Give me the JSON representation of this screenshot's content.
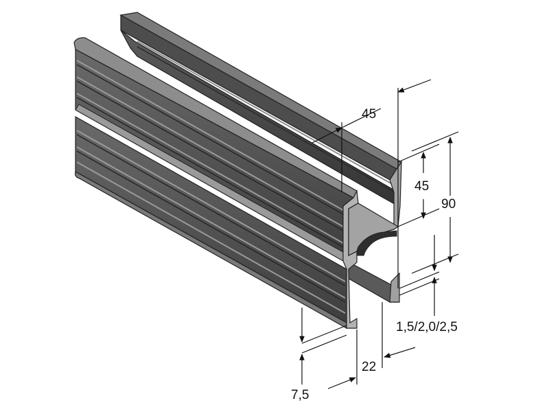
{
  "dimensions": {
    "width_top": "45",
    "height_half": "45",
    "height_total": "90",
    "thickness": "1,5/2,0/2,5",
    "slot_opening": "22",
    "lip_depth": "7,5"
  },
  "colors": {
    "steel_dark": "#3a3a3a",
    "steel_mid": "#5a5a5a",
    "steel_light": "#8a8a8a",
    "steel_edge": "#b5b5b5",
    "inner_face": "#9a9a9a",
    "dimension_line": "#111111"
  }
}
